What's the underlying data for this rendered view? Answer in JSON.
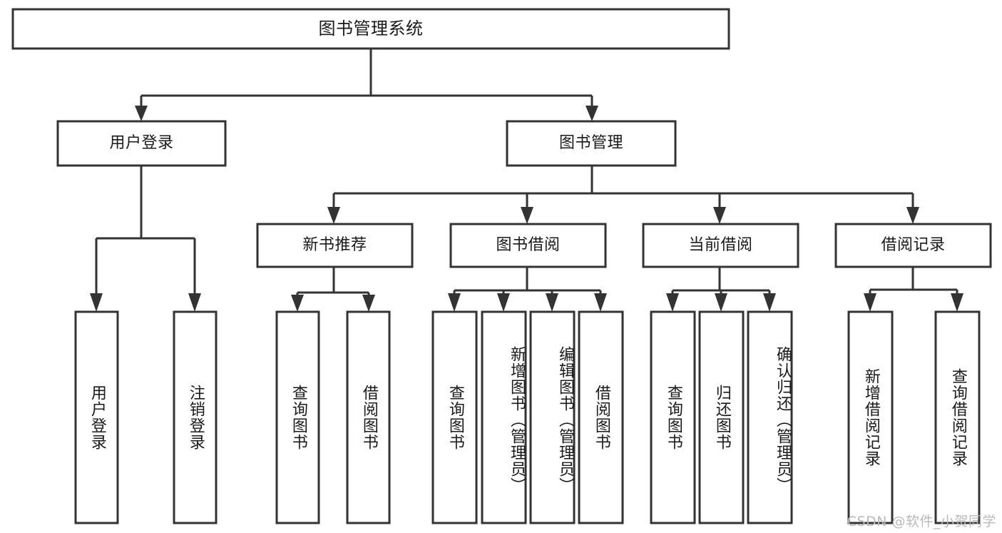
{
  "diagram": {
    "type": "tree-hierarchy",
    "title": "图书管理系统",
    "watermark": "CSDN @软件_小贺同学",
    "colors": {
      "stroke": "#333333",
      "box_fill": "#ffffff",
      "text": "#1a1a1a",
      "watermark": "#b9b9b9",
      "background": "#ffffff"
    },
    "levels": {
      "root": {
        "label": "图书管理系统"
      },
      "level2": [
        {
          "label": "用户登录"
        },
        {
          "label": "图书管理"
        }
      ],
      "level3": [
        {
          "label": "新书推荐"
        },
        {
          "label": "图书借阅"
        },
        {
          "label": "当前借阅"
        },
        {
          "label": "借阅记录"
        }
      ],
      "leaves": [
        {
          "label": "用户登录",
          "parent": "用户登录"
        },
        {
          "label": "注销登录",
          "parent": "用户登录"
        },
        {
          "label": "查询图书",
          "parent": "新书推荐"
        },
        {
          "label": "借阅图书",
          "parent": "新书推荐"
        },
        {
          "label": "查询图书",
          "parent": "图书借阅"
        },
        {
          "label": "新增图书（管理员）",
          "parent": "图书借阅"
        },
        {
          "label": "编辑图书（管理员）",
          "parent": "图书借阅"
        },
        {
          "label": "借阅图书",
          "parent": "图书借阅"
        },
        {
          "label": "查询图书",
          "parent": "当前借阅"
        },
        {
          "label": "归还图书",
          "parent": "当前借阅"
        },
        {
          "label": "确认归还（管理员）",
          "parent": "当前借阅"
        },
        {
          "label": "新增借阅记录",
          "parent": "借阅记录"
        },
        {
          "label": "查询借阅记录",
          "parent": "借阅记录"
        }
      ]
    }
  }
}
